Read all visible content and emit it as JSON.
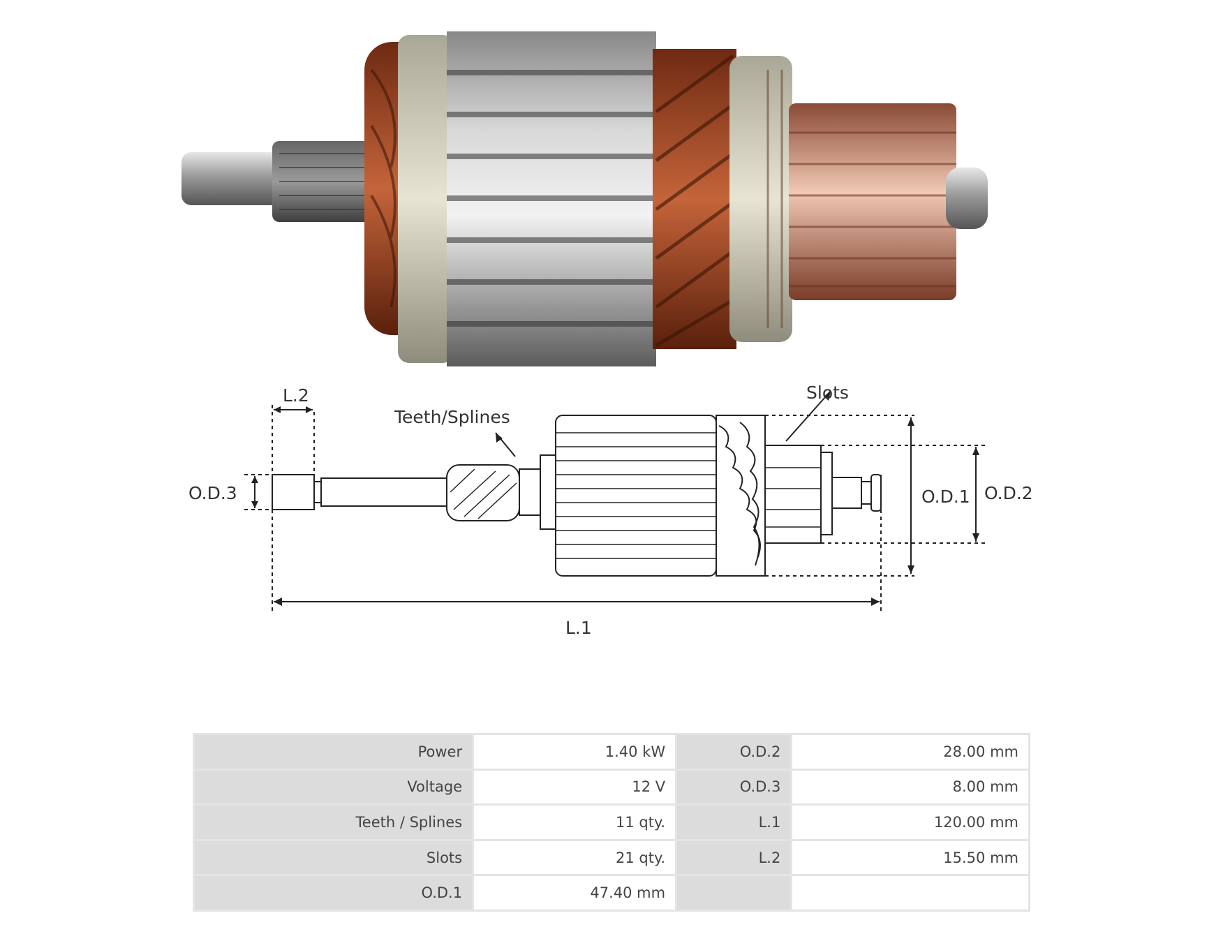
{
  "diagram": {
    "labels": {
      "teeth_splines": "Teeth/Splines",
      "slots": "Slots",
      "l2": "L.2",
      "od3": "O.D.3",
      "od1": "O.D.1",
      "od2": "O.D.2",
      "l1": "L.1"
    }
  },
  "specs": {
    "rows": [
      {
        "k1": "Power",
        "v1": "1.40 kW",
        "k2": "O.D.2",
        "v2": "28.00 mm"
      },
      {
        "k1": "Voltage",
        "v1": "12 V",
        "k2": "O.D.3",
        "v2": "8.00 mm"
      },
      {
        "k1": "Teeth / Splines",
        "v1": "11 qty.",
        "k2": "L.1",
        "v2": "120.00 mm"
      },
      {
        "k1": "Slots",
        "v1": "21 qty.",
        "k2": "L.2",
        "v2": "15.50 mm"
      },
      {
        "k1": "O.D.1",
        "v1": "47.40 mm",
        "k2": "",
        "v2": ""
      }
    ]
  },
  "colors": {
    "copper": "#b5552c",
    "steel": "#a8abae",
    "commutator": "#c98870",
    "insulation": "#d8d6c4"
  }
}
